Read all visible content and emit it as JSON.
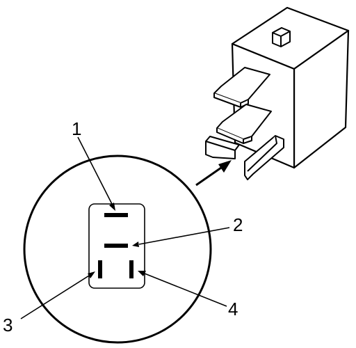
{
  "callouts": {
    "c1": "1",
    "c2": "2",
    "c3": "3",
    "c4": "4"
  },
  "colors": {
    "stroke": "#000000",
    "background": "#ffffff"
  }
}
